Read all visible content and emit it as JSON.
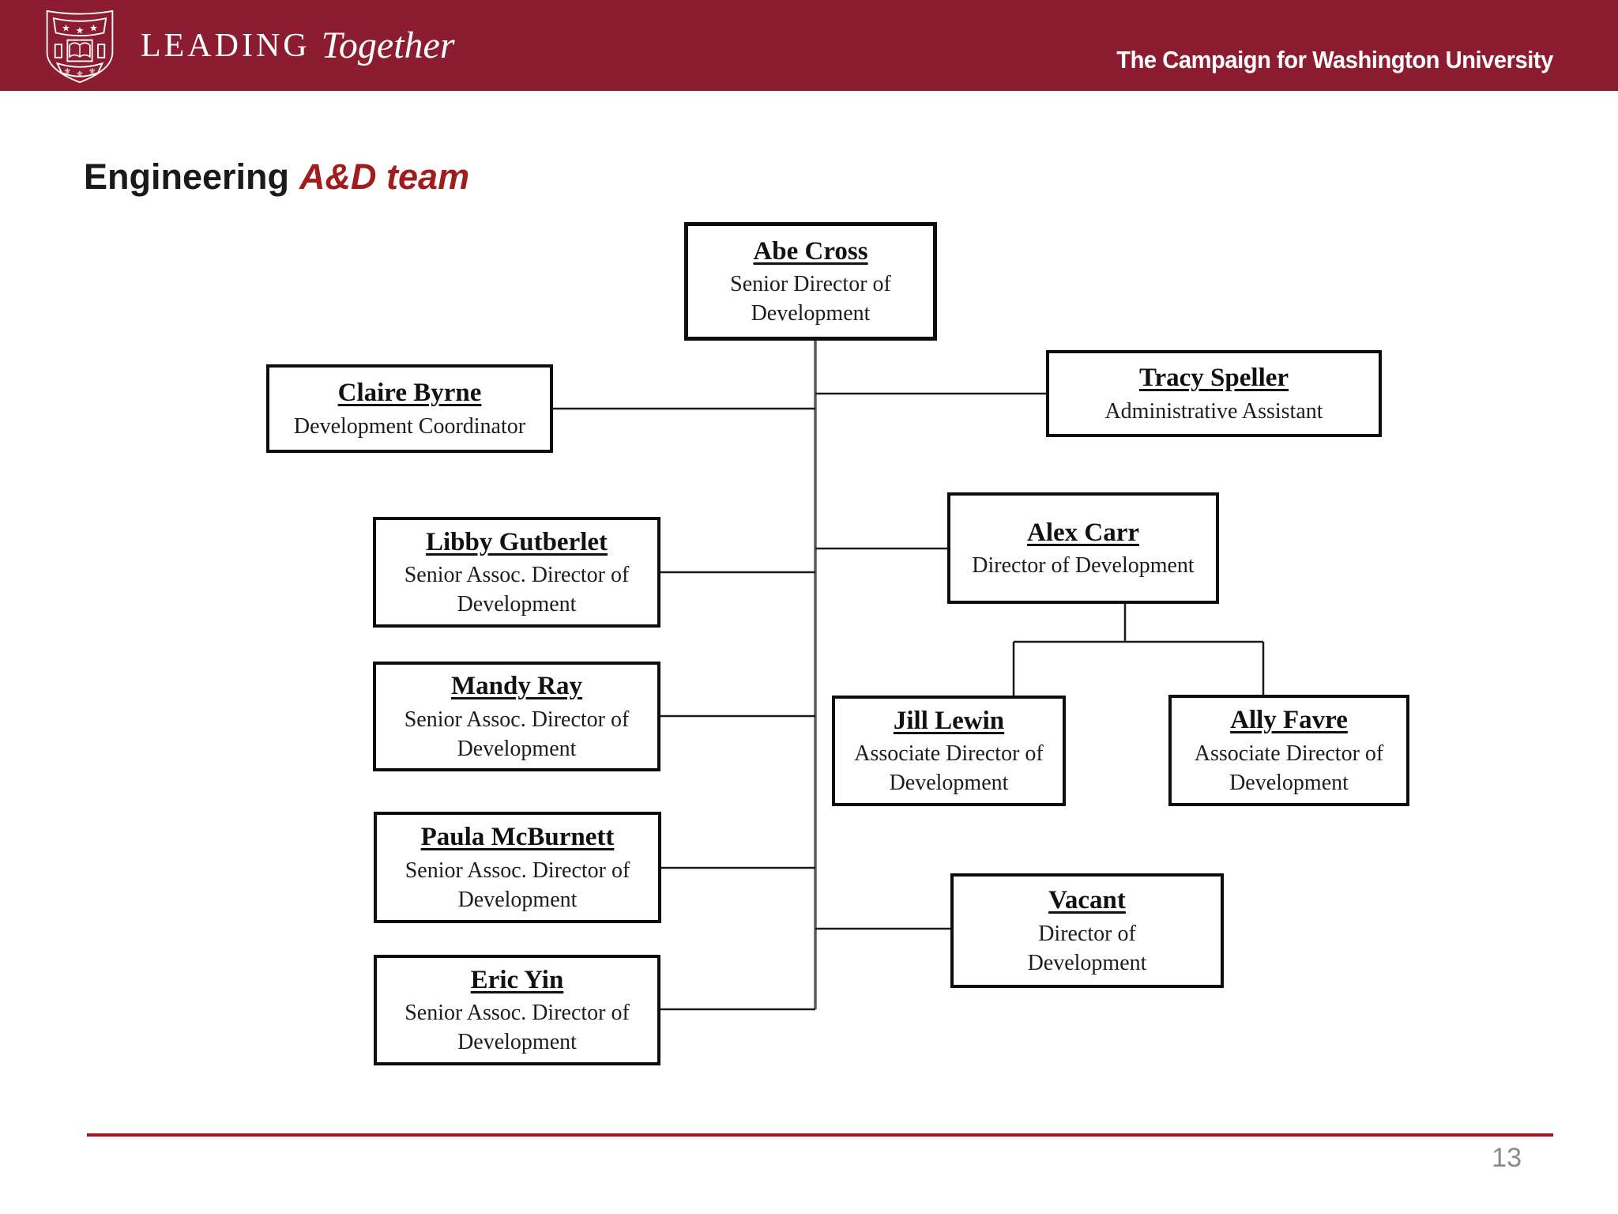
{
  "header": {
    "brand_word1": "LEADING",
    "brand_word2": "Together",
    "campaign": "The Campaign for Washington University",
    "bg_color": "#8C1C30",
    "logo": "washu-shield-icon"
  },
  "title": {
    "plain": "Engineering",
    "accent": "A&D team",
    "accent_color": "#A21B1D"
  },
  "org": {
    "nodes": [
      {
        "name": "Abe Cross",
        "role": "Senior Director of\nDevelopment"
      },
      {
        "name": "Claire Byrne",
        "role": "Development Coordinator"
      },
      {
        "name": "Tracy Speller",
        "role": "Administrative Assistant"
      },
      {
        "name": "Libby Gutberlet",
        "role": "Senior Assoc. Director of\nDevelopment"
      },
      {
        "name": "Alex Carr",
        "role": "Director of Development"
      },
      {
        "name": "Mandy Ray",
        "role": "Senior Assoc. Director of\nDevelopment"
      },
      {
        "name": "Jill Lewin",
        "role": "Associate Director of\nDevelopment"
      },
      {
        "name": "Ally Favre",
        "role": "Associate Director of\nDevelopment"
      },
      {
        "name": "Paula McBurnett",
        "role": "Senior Assoc. Director of\nDevelopment"
      },
      {
        "name": "Vacant",
        "role": "Director of\nDevelopment"
      },
      {
        "name": "Eric Yin",
        "role": "Senior Assoc. Director of\nDevelopment"
      }
    ]
  },
  "footer": {
    "page": "13",
    "line_color": "#A4161F"
  }
}
